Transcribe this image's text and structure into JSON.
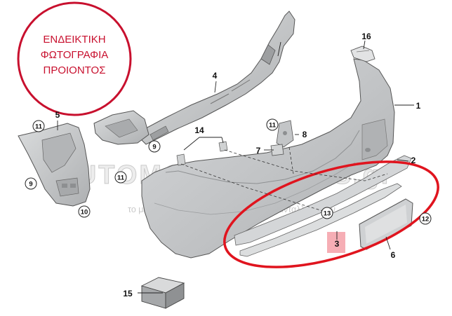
{
  "stamp": {
    "lines": [
      "ΕΝΔΕΙΚΤΙΚΗ",
      "ΦΩΤΟΓΡΑΦΙΑ",
      "ΠΡΟΙΟΝΤΟΣ"
    ],
    "color": "#c8102e"
  },
  "watermark": {
    "brand": "AUTOMOTIVEPARTS.gr",
    "tagline": "το μεγαλύτερο ηλεκτρονικό κατάστημα ανταλλακτικών"
  },
  "parts": {
    "p1": "1",
    "p2": "2",
    "p3": "3",
    "p4": "4",
    "p5": "5",
    "p6": "6",
    "p7": "7",
    "p8": "8",
    "p14": "14",
    "p15": "15",
    "p16": "16"
  },
  "circled": {
    "c9a": "9",
    "c9b": "9",
    "c10": "10",
    "c11a": "11",
    "c11b": "11",
    "c11c": "11",
    "c12": "12",
    "c13": "13"
  },
  "colors": {
    "part_fill": "#c4c6c8",
    "highlight_ellipse": "#e0141e",
    "highlight_box": "#f4a0a8"
  }
}
